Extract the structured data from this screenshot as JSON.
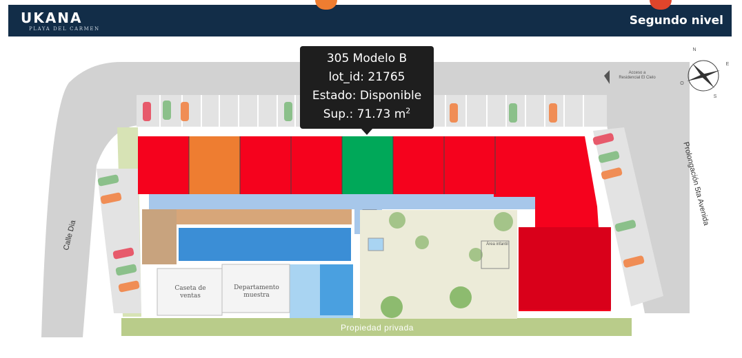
{
  "header": {
    "brand": "UKANA",
    "brand_sub": "PLAYA DEL CARMEN",
    "level": "Segundo nivel"
  },
  "tooltip": {
    "line1": "305 Modelo B",
    "line2": "lot_id: 21765",
    "line3": "Estado: Disponible",
    "line4_prefix": "Sup.: 71.73 m",
    "line4_sup": "2"
  },
  "labels": {
    "propiedad": "Propiedad privada",
    "calle": "Calle Dia",
    "prolongacion": "Prolongación 5ta Avenida",
    "caseta": "Caseta de ventas",
    "departamento": "Departamento muestra",
    "acceso": "Acceso a Residencial El Cielo",
    "area_infantil": "Área infantil",
    "compass_n": "N",
    "compass_e": "E",
    "compass_s": "S",
    "compass_o": "O"
  },
  "colors": {
    "header": "#122d48",
    "sold": "#f5021d",
    "reserved": "#ee7d31",
    "available": "#00a859",
    "pool": "#3b8ed6",
    "corridor": "#a7c7ea",
    "road": "#d2d2d2",
    "green": "#d7e3b5"
  },
  "units": [
    {
      "status": "sold"
    },
    {
      "status": "reserved"
    },
    {
      "status": "sold"
    },
    {
      "status": "sold"
    },
    {
      "status": "available"
    },
    {
      "status": "sold"
    },
    {
      "status": "sold"
    },
    {
      "status": "sold"
    }
  ]
}
